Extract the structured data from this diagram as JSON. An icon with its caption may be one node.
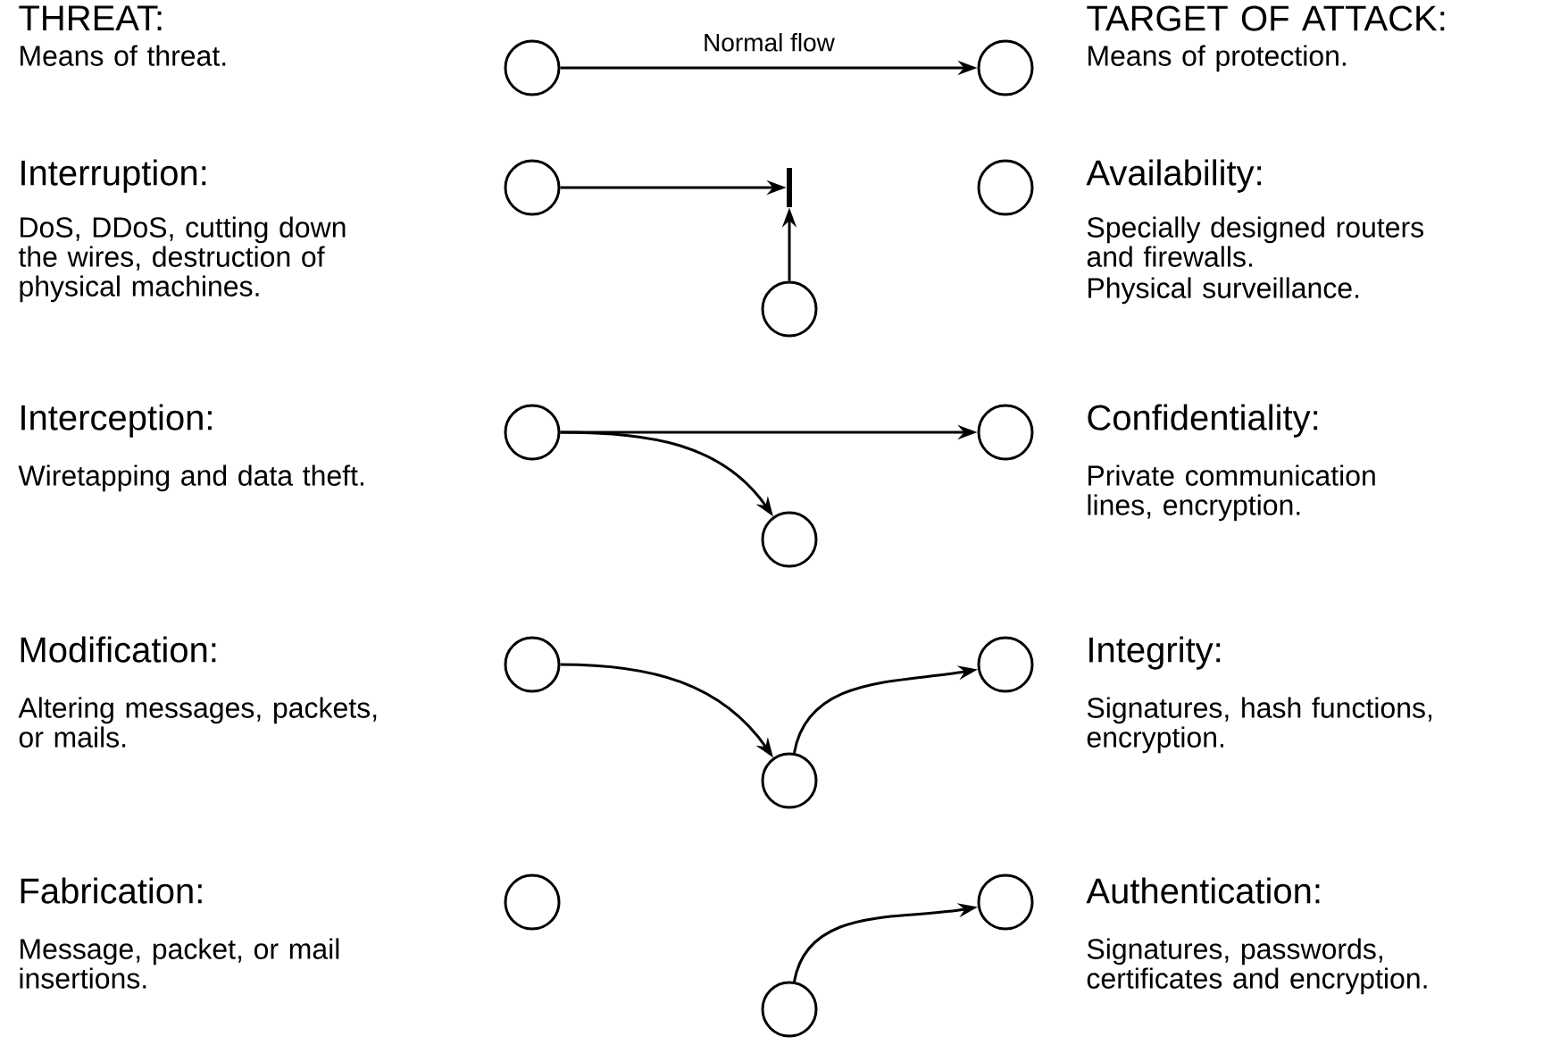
{
  "diagram": {
    "nodes": [
      {
        "text": [],
        "shape": "circle"
      },
      {
        "text": [],
        "shape": "circle"
      },
      {
        "text": [],
        "shape": "circle"
      },
      {
        "text": [],
        "shape": "bar"
      },
      {
        "text": [],
        "shape": "circle"
      },
      {
        "text": [],
        "shape": "circle"
      },
      {
        "text": [],
        "shape": "circle"
      },
      {
        "text": [],
        "shape": "circle"
      },
      {
        "text": [],
        "shape": "circle"
      },
      {
        "text": [],
        "shape": "circle"
      },
      {
        "text": [],
        "shape": "circle"
      },
      {
        "text": [],
        "shape": "circle"
      },
      {
        "text": [],
        "shape": "circle"
      },
      {
        "text": [],
        "shape": "circle"
      },
      {
        "text": [],
        "shape": "circle"
      }
    ],
    "edges": [
      {
        "from": 0,
        "to": 1,
        "arrow": "to",
        "label": "Normal flow"
      },
      {
        "from": 2,
        "to": 3,
        "arrow": "to"
      },
      {
        "from": 5,
        "to": 3,
        "arrow": "to"
      },
      {
        "from": 6,
        "to": 7,
        "arrow": "to"
      },
      {
        "from": 6,
        "to": 8,
        "arrow": "to"
      },
      {
        "from": 9,
        "to": 11,
        "arrow": "to"
      },
      {
        "from": 11,
        "to": 10,
        "arrow": "to"
      },
      {
        "from": 14,
        "to": 13,
        "arrow": "to"
      }
    ],
    "labels": [
      "THREAT:",
      "Means of threat.",
      "TARGET OF ATTACK:",
      "Means of protection.",
      "Interruption:",
      "DoS, DDoS, cutting down the wires, destruction of physical machines.",
      "Availability:",
      "Specially designed routers and firewalls.",
      "Physical surveillance.",
      "Interception:",
      "Wiretapping and data theft.",
      "Confidentiality:",
      "Private communication lines, encryption.",
      "Modification:",
      "Altering messages, packets, or mails.",
      "Integrity:",
      "Signatures, hash functions, encryption.",
      "Fabrication:",
      "Message, packet, or mail insertions.",
      "Authentication:",
      "Signatures, passwords, certificates and encryption."
    ]
  }
}
